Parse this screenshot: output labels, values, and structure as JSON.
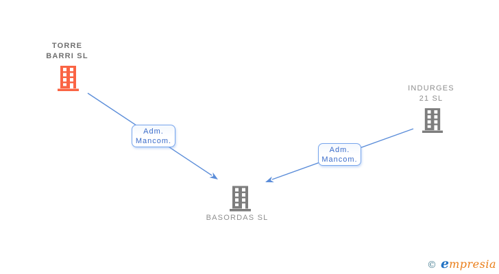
{
  "colors": {
    "edge_line": "#5b8dd9",
    "edge_label_text": "#3a6bc9",
    "edge_label_border": "#77a5ec",
    "node_label_bold": "#6f6f6f",
    "node_label_normal": "#8e8e8e",
    "node_orange": "#fa6444",
    "node_gray": "#7d7d7d",
    "logo_copyright": "#4d8296",
    "logo_blue": "#2272c3",
    "logo_orange": "#ea7d18",
    "background": "#ffffff"
  },
  "diagram": {
    "nodes": [
      {
        "id": "torre-barri-sl",
        "name_lines": [
          "TORRE",
          "BARRI SL"
        ],
        "icon": "building-icon",
        "icon_color": "orange",
        "emphasis": "bold"
      },
      {
        "id": "indurges-21-sl",
        "name_lines": [
          "INDURGES",
          "21 SL"
        ],
        "icon": "building-icon",
        "icon_color": "gray",
        "emphasis": "normal"
      },
      {
        "id": "basordas-sl",
        "name_lines": [
          "BASORDAS SL"
        ],
        "icon": "building-icon",
        "icon_color": "gray",
        "emphasis": "normal"
      }
    ],
    "edges": [
      {
        "from": "TORRE BARRI SL",
        "to": "BASORDAS SL",
        "label_lines": [
          "Adm.",
          "Mancom."
        ]
      },
      {
        "from": "INDURGES 21 SL",
        "to": "BASORDAS SL",
        "label_lines": [
          "Adm.",
          "Mancom."
        ]
      }
    ]
  },
  "watermark": {
    "copyright_symbol": "©",
    "brand_initial": "e",
    "brand_rest": "mpresia"
  }
}
